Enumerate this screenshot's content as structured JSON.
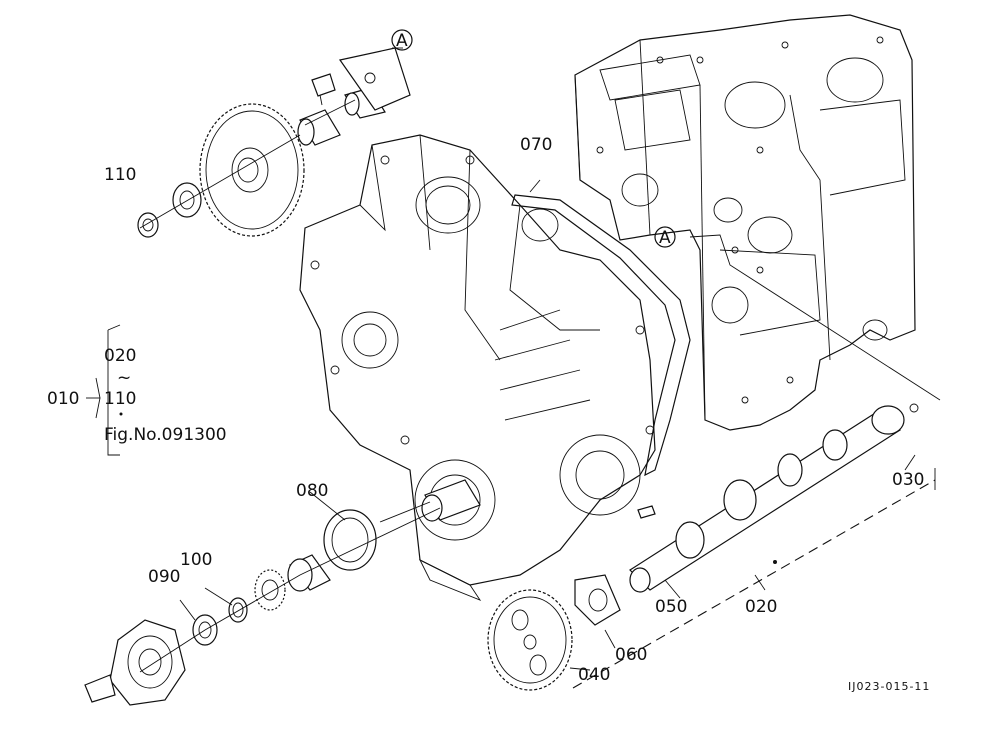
{
  "labels": {
    "p010": "010",
    "p020_range": "020",
    "tilde": "~",
    "p110_range": "110",
    "fig_ref": "Fig.No.091300",
    "p020": "020",
    "p030": "030",
    "p040": "040",
    "p050": "050",
    "p060": "060",
    "p070": "070",
    "p080": "080",
    "p090": "090",
    "p100": "100",
    "p110": "110",
    "ref_a": "A"
  },
  "drawing_code": "IJ023-015-11"
}
